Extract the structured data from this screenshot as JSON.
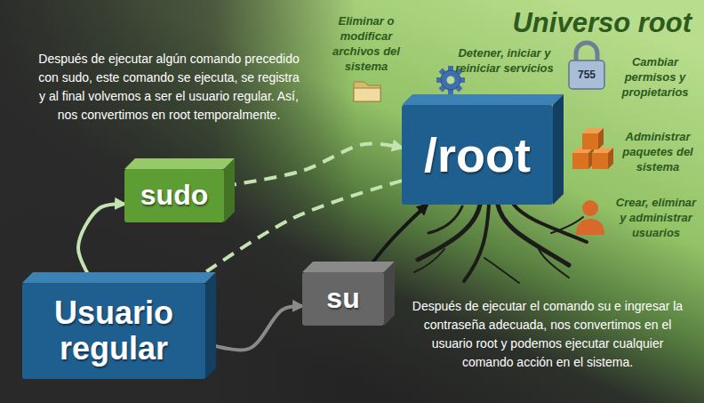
{
  "diagram": {
    "title": "Universo root",
    "nodes": [
      {
        "text": [
          "/root"
        ]
      },
      {
        "text": [
          "sudo"
        ]
      },
      {
        "text": [
          "Usuario regular"
        ]
      },
      {
        "text": [
          "su"
        ]
      }
    ],
    "edges": [
      {
        "from": 2,
        "to": 1,
        "arrow": "to"
      },
      {
        "from": 1,
        "to": 0,
        "arrow": "to"
      },
      {
        "from": 0,
        "to": 2,
        "arrow": "to"
      },
      {
        "from": 2,
        "to": 3,
        "arrow": "to"
      },
      {
        "from": 3,
        "to": 0,
        "arrow": "to"
      }
    ],
    "labels": [
      "Después de ejecutar algún comando precedido con sudo, este comando se ejecuta, se registra y al final volvemos a ser el usuario regular. Así, nos convertimos en root temporalmente.",
      "Eliminar o modificar archivos del sistema",
      "Detener, iniciar y reiniciar servicios",
      "Cambiar permisos y propietarios",
      "755",
      "Administrar paquetes del sistema",
      "Crear, eliminar y administrar usuarios",
      "Después de ejecutar el comando su e ingresar la contraseña adecuada, nos convertimos en el usuario root y podemos ejecutar cualquier comando acción en el sistema."
    ]
  }
}
